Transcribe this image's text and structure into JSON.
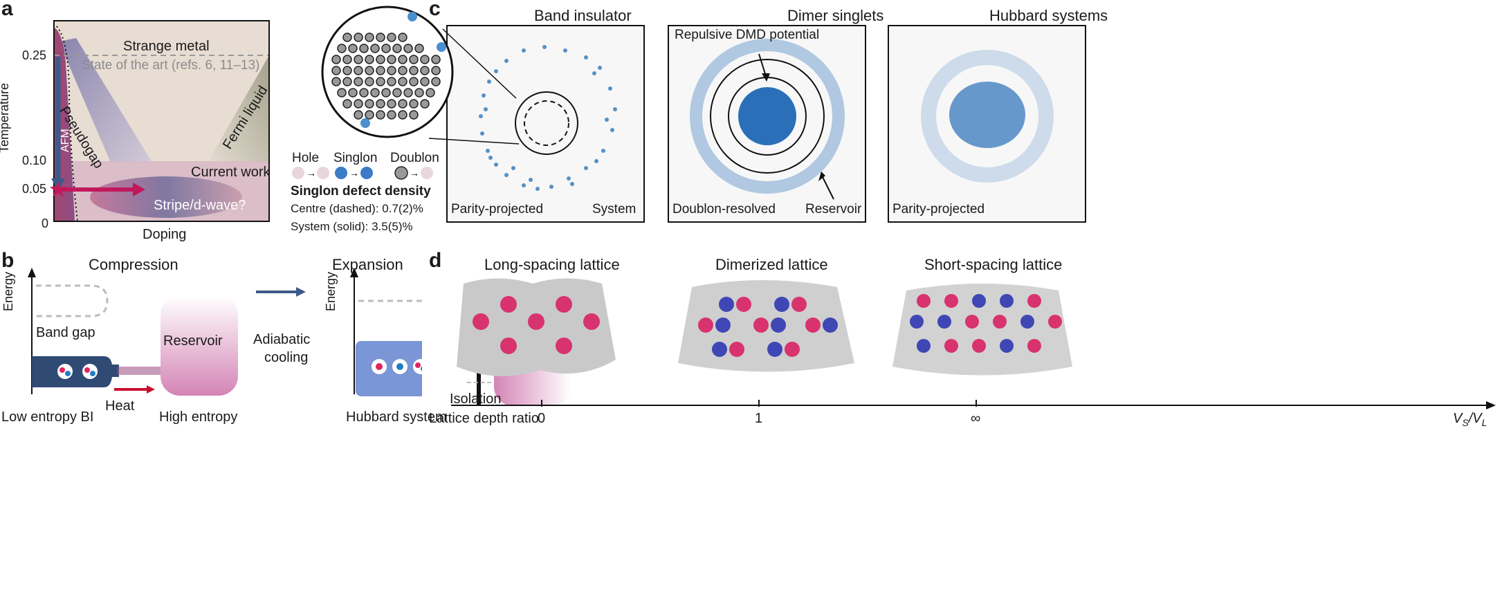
{
  "panel_a": {
    "label": "a",
    "ylabel": "Temperature",
    "xlabel": "Doping",
    "yticks": [
      "0.25",
      "0.10",
      "0.05",
      "0"
    ],
    "regions": {
      "strange_metal": "Strange metal",
      "state_of_art": "State of the art (refs. 6, 11–13)",
      "pseudogap": "Pseudogap",
      "fermi_liquid": "Fermi liquid",
      "afm": "AFM",
      "current_work": "Current work",
      "stripe": "Stripe/d-wave?"
    },
    "colors": {
      "accent": "#c2185b",
      "arrow_blue": "#3b5a8a",
      "beige": "#e8ddd3"
    }
  },
  "panel_b": {
    "label": "b",
    "compression": "Compression",
    "expansion": "Expansion",
    "energy": "Energy",
    "band_gap": "Band gap",
    "reservoir": "Reservoir",
    "adiabatic": "Adiabatic",
    "cooling": "cooling",
    "heat": "Heat",
    "low_entropy": "Low entropy BI",
    "high_entropy": "High entropy",
    "hubbard_system": "Hubbard system",
    "isolation": "Isolation"
  },
  "panel_c": {
    "label": "c",
    "band_insulator": "Band insulator",
    "dimer_singlets": "Dimer singlets",
    "hubbard_systems": "Hubbard systems",
    "parity_projected": "Parity-projected",
    "system": "System",
    "repulsive_dmd": "Repulsive DMD potential",
    "doublon_resolved": "Doublon-resolved",
    "reservoir": "Reservoir",
    "legend": {
      "hole": "Hole",
      "singlon": "Singlon",
      "doublon": "Doublon"
    },
    "singlon_defect_title": "Singlon defect density",
    "centre_line": "Centre (dashed): 0.7(2)%",
    "system_line": "System (solid): 3.5(5)%"
  },
  "panel_d": {
    "label": "d",
    "long_spacing": "Long-spacing lattice",
    "dimerized": "Dimerized lattice",
    "short_spacing": "Short-spacing lattice",
    "axis_label": "Lattice depth ratio",
    "ticks": [
      "0",
      "1",
      "∞"
    ],
    "axis_end": "V",
    "sub_s": "S",
    "sub_l": "L"
  }
}
